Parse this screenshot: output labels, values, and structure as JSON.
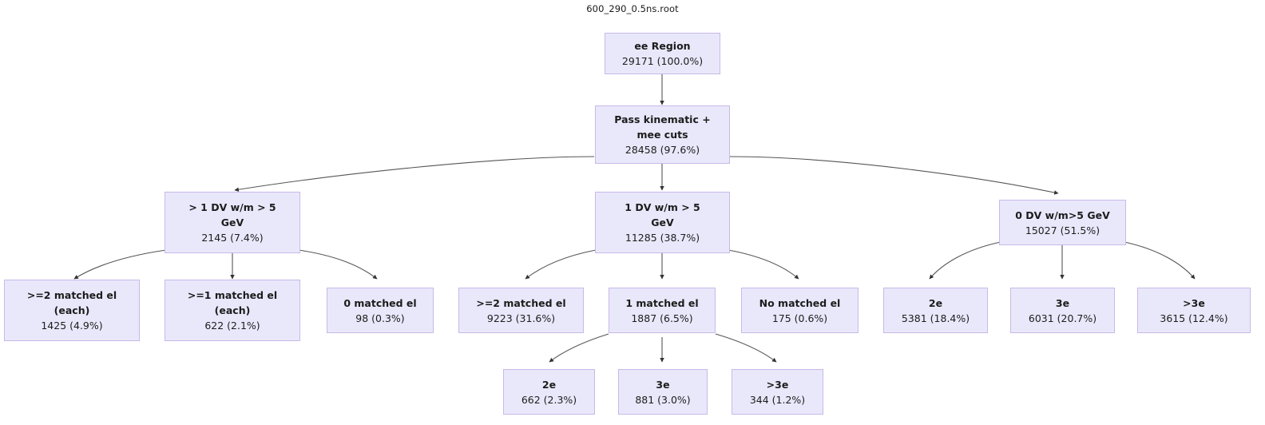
{
  "title": "600_290_0.5ns.root",
  "colors": {
    "node_fill": "#e9e8fb",
    "node_border": "#c9b8e8",
    "edge": "#555555",
    "text": "#1c1c1c",
    "background": "#ffffff"
  },
  "chart_data": {
    "type": "diagram",
    "title": "600_290_0.5ns.root",
    "description": "Event selection cut-flow tree showing event counts and percentages",
    "nodes": [
      {
        "id": "ee_region",
        "label": "ee Region",
        "count": "29171 (100.0%)",
        "events": 29171,
        "percent": 100.0,
        "level": 0
      },
      {
        "id": "pass_kin",
        "label": "Pass kinematic +\nmee cuts",
        "count": "28458 (97.6%)",
        "events": 28458,
        "percent": 97.6,
        "level": 1
      },
      {
        "id": "gt1_dv",
        "label": "> 1 DV w/m > 5\nGeV",
        "count": "2145 (7.4%)",
        "events": 2145,
        "percent": 7.4,
        "level": 2
      },
      {
        "id": "one_dv",
        "label": "1 DV w/m > 5\nGeV",
        "count": "11285 (38.7%)",
        "events": 11285,
        "percent": 38.7,
        "level": 2
      },
      {
        "id": "zero_dv",
        "label": "0 DV w/m>5 GeV",
        "count": "15027 (51.5%)",
        "events": 15027,
        "percent": 51.5,
        "level": 2
      },
      {
        "id": "ge2_each",
        "label": ">=2 matched el\n(each)",
        "count": "1425 (4.9%)",
        "events": 1425,
        "percent": 4.9,
        "level": 3
      },
      {
        "id": "ge1_each",
        "label": ">=1 matched el\n(each)",
        "count": "622 (2.1%)",
        "events": 622,
        "percent": 2.1,
        "level": 3
      },
      {
        "id": "zero_matched",
        "label": "0 matched el",
        "count": "98 (0.3%)",
        "events": 98,
        "percent": 0.3,
        "level": 3
      },
      {
        "id": "ge2_matched",
        "label": ">=2 matched el",
        "count": "9223 (31.6%)",
        "events": 9223,
        "percent": 31.6,
        "level": 3
      },
      {
        "id": "one_matched",
        "label": "1 matched el",
        "count": "1887 (6.5%)",
        "events": 1887,
        "percent": 6.5,
        "level": 3
      },
      {
        "id": "no_matched",
        "label": "No matched el",
        "count": "175 (0.6%)",
        "events": 175,
        "percent": 0.6,
        "level": 3
      },
      {
        "id": "zerodv_2e",
        "label": "2e",
        "count": "5381 (18.4%)",
        "events": 5381,
        "percent": 18.4,
        "level": 3
      },
      {
        "id": "zerodv_3e",
        "label": "3e",
        "count": "6031 (20.7%)",
        "events": 6031,
        "percent": 20.7,
        "level": 3
      },
      {
        "id": "zerodv_gt3e",
        "label": ">3e",
        "count": "3615 (12.4%)",
        "events": 3615,
        "percent": 12.4,
        "level": 3
      },
      {
        "id": "onematch_2e",
        "label": "2e",
        "count": "662 (2.3%)",
        "events": 662,
        "percent": 2.3,
        "level": 4
      },
      {
        "id": "onematch_3e",
        "label": "3e",
        "count": "881 (3.0%)",
        "events": 881,
        "percent": 3.0,
        "level": 4
      },
      {
        "id": "onematch_gt3e",
        "label": ">3e",
        "count": "344 (1.2%)",
        "events": 344,
        "percent": 1.2,
        "level": 4
      }
    ],
    "edges": [
      {
        "from": "ee_region",
        "to": "pass_kin"
      },
      {
        "from": "pass_kin",
        "to": "gt1_dv"
      },
      {
        "from": "pass_kin",
        "to": "one_dv"
      },
      {
        "from": "pass_kin",
        "to": "zero_dv"
      },
      {
        "from": "gt1_dv",
        "to": "ge2_each"
      },
      {
        "from": "gt1_dv",
        "to": "ge1_each"
      },
      {
        "from": "gt1_dv",
        "to": "zero_matched"
      },
      {
        "from": "one_dv",
        "to": "ge2_matched"
      },
      {
        "from": "one_dv",
        "to": "one_matched"
      },
      {
        "from": "one_dv",
        "to": "no_matched"
      },
      {
        "from": "zero_dv",
        "to": "zerodv_2e"
      },
      {
        "from": "zero_dv",
        "to": "zerodv_3e"
      },
      {
        "from": "zero_dv",
        "to": "zerodv_gt3e"
      },
      {
        "from": "one_matched",
        "to": "onematch_2e"
      },
      {
        "from": "one_matched",
        "to": "onematch_3e"
      },
      {
        "from": "one_matched",
        "to": "onematch_gt3e"
      }
    ]
  }
}
